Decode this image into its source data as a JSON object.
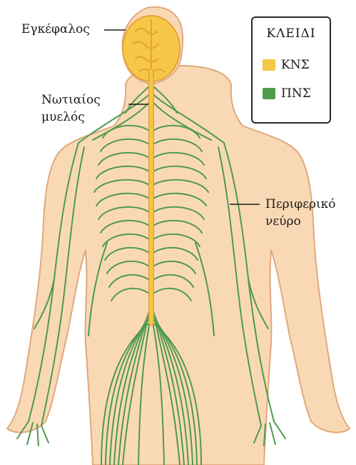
{
  "labels": {
    "brain": "Εγκέφαλος",
    "spinal_cord_line1": "Νωτιαίος",
    "spinal_cord_line2": "μυελός",
    "peripheral_line1": "Περιφερικό",
    "peripheral_line2": "νεύρο"
  },
  "legend": {
    "title": "ΚΛΕΙΔΙ",
    "items": [
      {
        "label": "ΚΝΣ",
        "color": "#f6c646"
      },
      {
        "label": "ΠΝΣ",
        "color": "#4f9a4c"
      }
    ]
  },
  "colors": {
    "skin": "#f9d9b5",
    "skin_outline": "#e2a77c",
    "cns": "#f6c646",
    "cns_dark": "#e3a23a",
    "pns": "#4f9a4c"
  }
}
